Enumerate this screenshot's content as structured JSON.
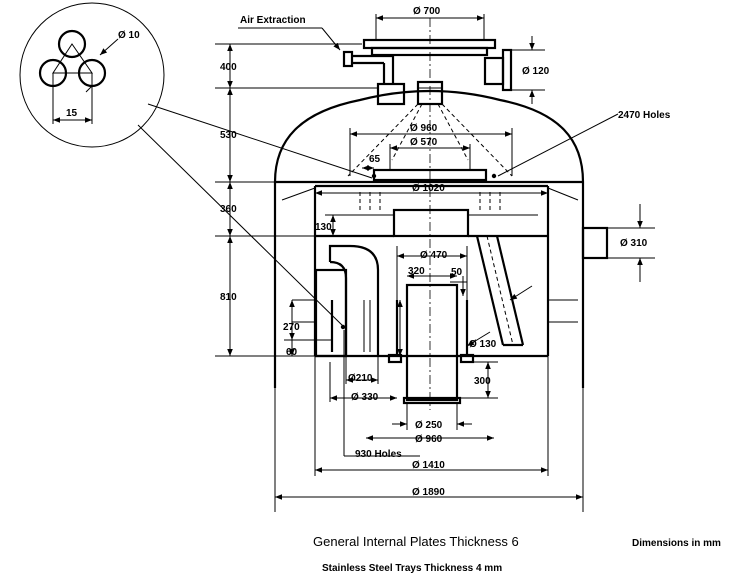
{
  "labels": {
    "air_extraction": "Air Extraction",
    "d700": "Ø 700",
    "d120": "Ø 120",
    "d10": "Ø 10",
    "pitch15": "15",
    "h400": "400",
    "holes2470": "2470 Holes",
    "d960_top": "Ø 960",
    "h530": "530",
    "d570": "Ø 570",
    "w65": "65",
    "d1020": "Ø 1020",
    "h360": "360",
    "h130_left": "130",
    "d310": "Ø 310",
    "d470": "Ø 470",
    "w320": "320",
    "w50": "50",
    "h810": "810",
    "h270": "270",
    "h60": "60",
    "d130_pipe": "Ø 130",
    "d210": "Ø210",
    "h300": "300",
    "d330": "Ø 330",
    "d250": "Ø 250",
    "d960_bottom": "Ø 960",
    "holes930": "930 Holes",
    "d1410": "Ø 1410",
    "d1890": "Ø 1890"
  },
  "captions": {
    "plates": "General Internal Plates Thickness 6",
    "units": "Dimensions in mm",
    "trays": "Stainless Steel Trays Thickness 4 mm"
  }
}
